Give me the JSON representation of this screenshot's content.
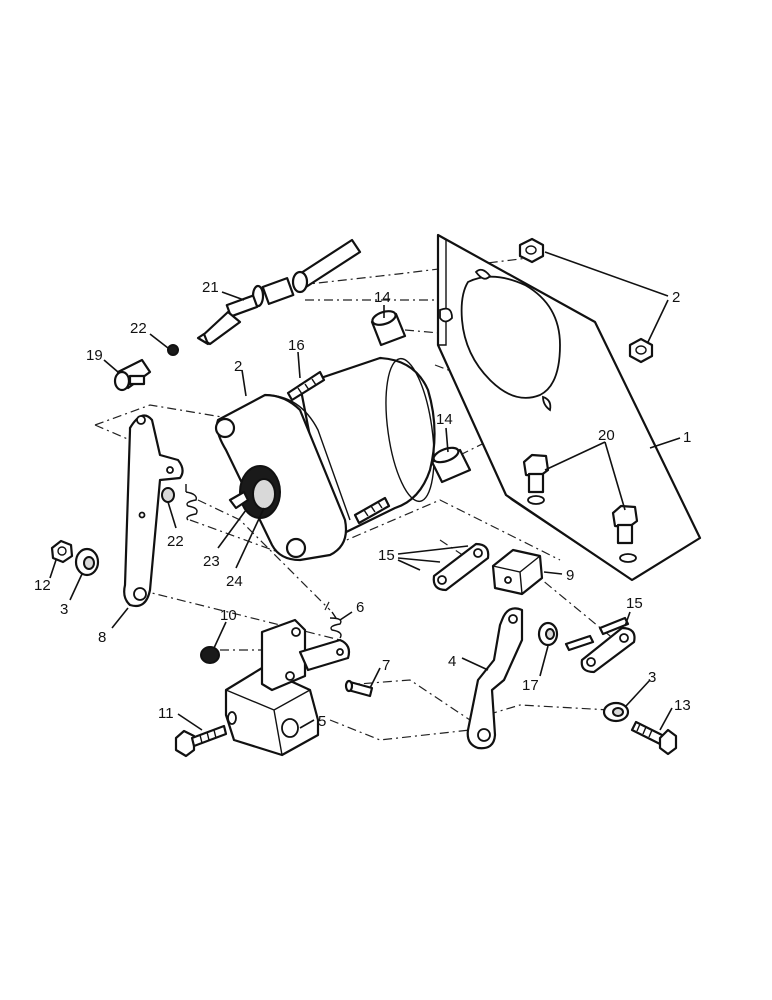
{
  "callouts": [
    {
      "id": "c-2-nut-top",
      "label": "2"
    },
    {
      "id": "c-1-plate",
      "label": "1"
    },
    {
      "id": "c-20-bolts",
      "label": "20"
    },
    {
      "id": "c-21-cable",
      "label": "21"
    },
    {
      "id": "c-14-upper",
      "label": "14"
    },
    {
      "id": "c-16-stud",
      "label": "16"
    },
    {
      "id": "c-22-upper",
      "label": "22"
    },
    {
      "id": "c-19-clip",
      "label": "19"
    },
    {
      "id": "c-2-motor",
      "label": "2"
    },
    {
      "id": "c-14-lower",
      "label": "14"
    },
    {
      "id": "c-22-lower",
      "label": "22"
    },
    {
      "id": "c-23-cap",
      "label": "23"
    },
    {
      "id": "c-24-seal",
      "label": "24"
    },
    {
      "id": "c-15-links",
      "label": "15"
    },
    {
      "id": "c-9-block",
      "label": "9"
    },
    {
      "id": "c-15-link-right",
      "label": "15"
    },
    {
      "id": "c-12-nut",
      "label": "12"
    },
    {
      "id": "c-3-washer-left",
      "label": "3"
    },
    {
      "id": "c-8-lever",
      "label": "8"
    },
    {
      "id": "c-10-nut",
      "label": "10"
    },
    {
      "id": "c-6-spring",
      "label": "6"
    },
    {
      "id": "c-7-pin",
      "label": "7"
    },
    {
      "id": "c-4-lever",
      "label": "4"
    },
    {
      "id": "c-17-bushing",
      "label": "17"
    },
    {
      "id": "c-3-washer-right",
      "label": "3"
    },
    {
      "id": "c-13-bolt",
      "label": "13"
    },
    {
      "id": "c-11-bolt",
      "label": "11"
    },
    {
      "id": "c-5-bracket",
      "label": "5"
    }
  ]
}
